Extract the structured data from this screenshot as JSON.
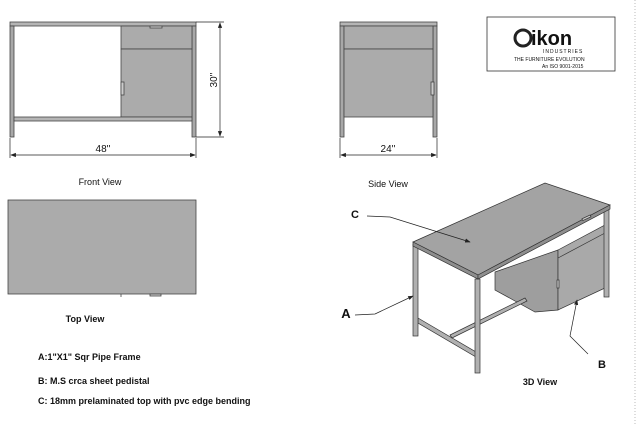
{
  "front_view": {
    "title": "Front View",
    "width_dim": "48''",
    "height_dim": "30''"
  },
  "side_view": {
    "title": "Side View",
    "depth_dim": "24''"
  },
  "top_view": {
    "title": "Top View"
  },
  "iso_view": {
    "title": "3D View",
    "callout_a": "A",
    "callout_b": "B",
    "callout_c": "C"
  },
  "logo": {
    "brand": "ikon",
    "sub": "INDUSTRIES",
    "tagline": "THE FURNITURE EVOLUTION",
    "cert": "An ISO 9001-2015"
  },
  "legend": [
    "A:1\"X1\" Sqr Pipe Frame",
    "B: M.S crca sheet pedistal",
    "C: 18mm prelaminated top with pvc edge bending"
  ],
  "colors": {
    "panel": "#ababab",
    "frame": "#9a9a9a",
    "line": "#333333"
  }
}
